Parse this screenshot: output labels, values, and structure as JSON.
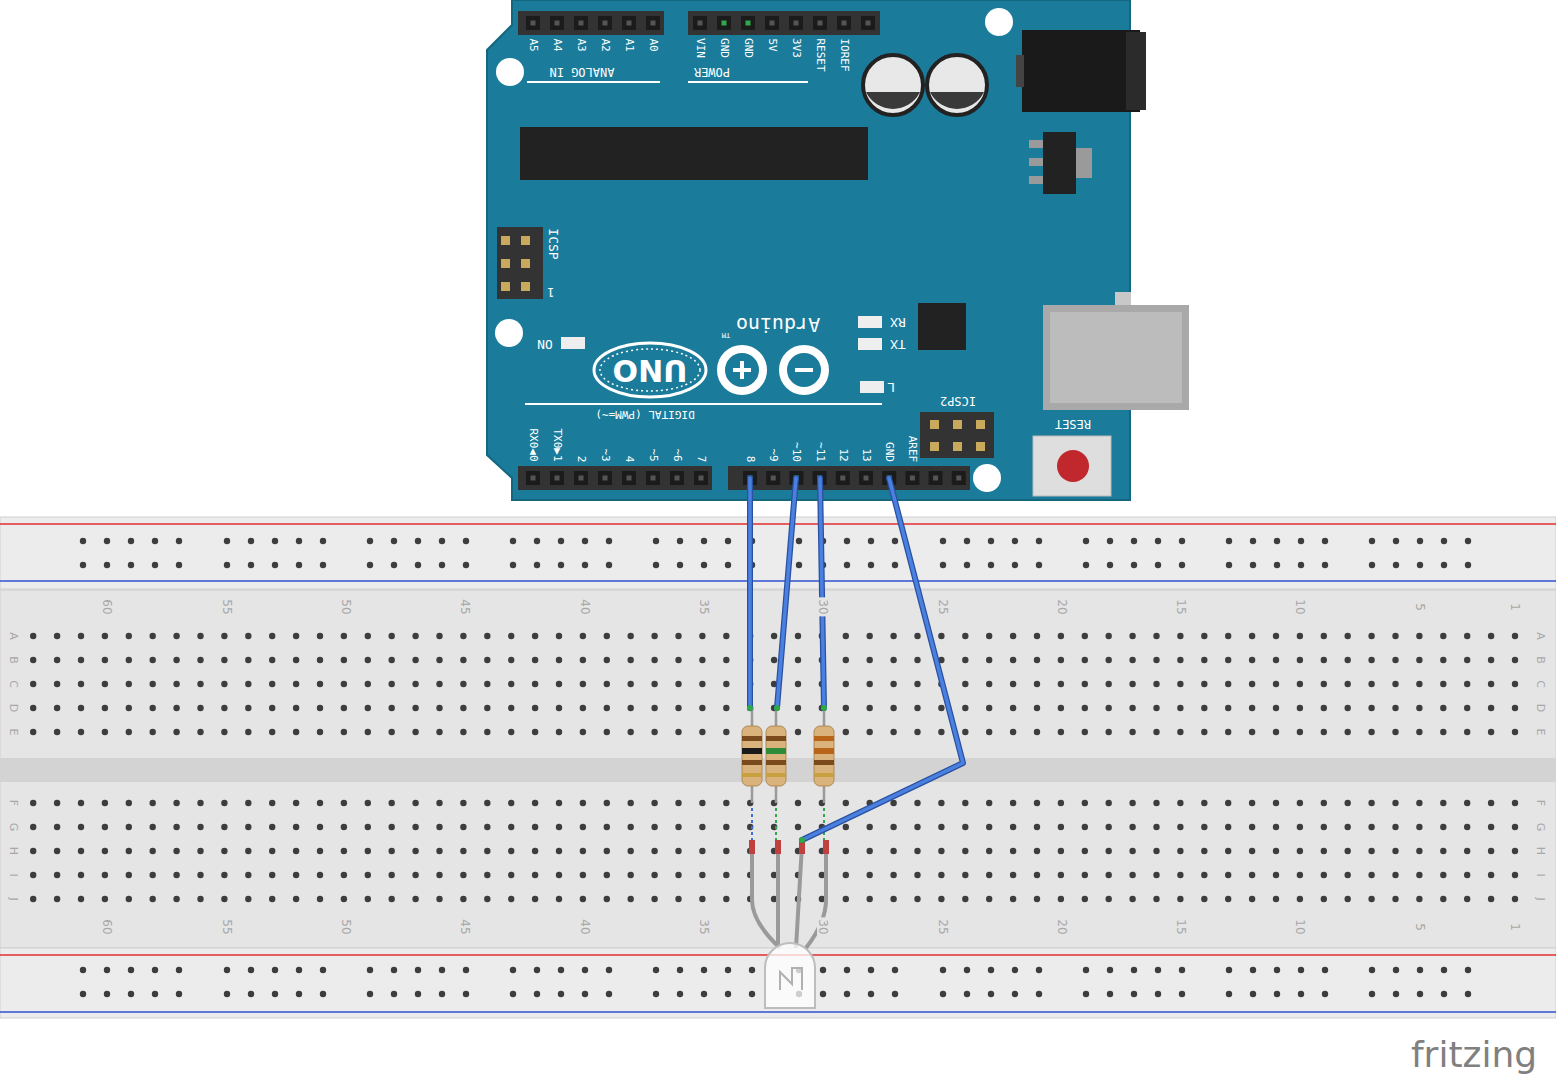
{
  "diagram": {
    "labels": [
      "A5",
      "A4",
      "A3",
      "A2",
      "A1",
      "A0",
      "ANALOG IN",
      "VIN",
      "GND",
      "GND",
      "5V",
      "3V3",
      "RESET",
      "IOREF",
      "POWER",
      "ICSP",
      "1",
      "ON",
      "UNO",
      "Arduino",
      "TM",
      "RX",
      "TX",
      "L",
      "DIGITAL (PWM=~)",
      "ICSP2",
      "RESET",
      "RX0◀0",
      "TX0▶1",
      "2",
      "~3",
      "4",
      "~5",
      "~6",
      "7",
      "8",
      "~9",
      "~10",
      "~11",
      "12",
      "13",
      "GND",
      "AREF",
      "60",
      "55",
      "50",
      "45",
      "40",
      "35",
      "30",
      "25",
      "20",
      "15",
      "10",
      "5",
      "1",
      "A",
      "B",
      "C",
      "D",
      "E",
      "F",
      "G",
      "H",
      "I",
      "J",
      "A",
      "B",
      "C",
      "D",
      "E",
      "F",
      "G",
      "H",
      "I",
      "J",
      "60",
      "55",
      "50",
      "45",
      "40",
      "35",
      "30",
      "25",
      "20",
      "15",
      "10",
      "5",
      "1",
      "fritzing"
    ]
  }
}
